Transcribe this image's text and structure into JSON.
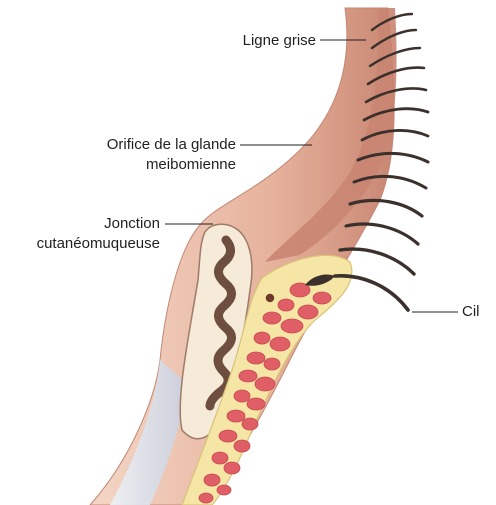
{
  "labels": {
    "ligne_grise": "Ligne grise",
    "orifice_line1": "Orifice de la glande",
    "orifice_line2": "meibomienne",
    "jonction_line1": "Jonction",
    "jonction_line2": "cutanéomuqueuse",
    "cil": "Cil"
  },
  "colors": {
    "skin_light": "#f3d2c1",
    "skin_mid": "#dca68f",
    "skin_dark": "#b9796a",
    "fat": "#f7e6a4",
    "gland": "#e2626a",
    "gland_duct": "#6e4e3e",
    "lash": "#3b302b",
    "mucosa": "#d6dbe6"
  }
}
